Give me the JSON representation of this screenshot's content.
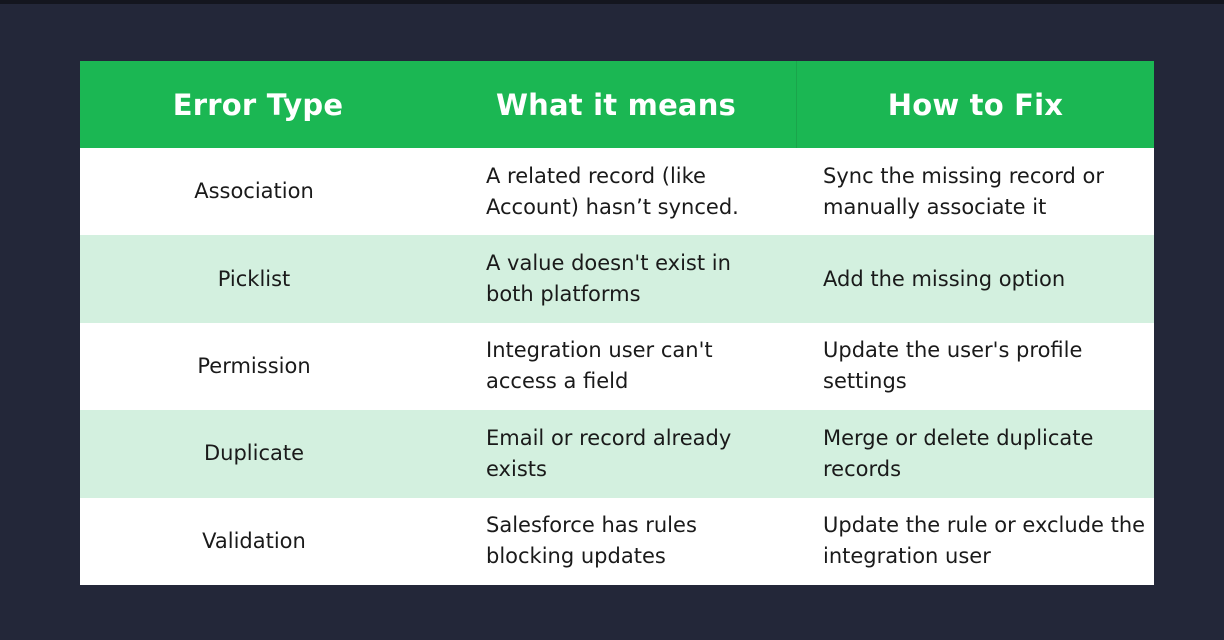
{
  "table": {
    "headers": [
      "Error Type",
      "What it means",
      "How to Fix"
    ],
    "rows": [
      {
        "error_type": "Association",
        "meaning": "A related record (like Account) hasn’t synced.",
        "fix": "Sync the missing record or manually associate it"
      },
      {
        "error_type": "Picklist",
        "meaning": "A value doesn't exist in both platforms",
        "fix": "Add the missing option"
      },
      {
        "error_type": "Permission",
        "meaning": "Integration user can't access a field",
        "fix": "Update the user's profile settings"
      },
      {
        "error_type": "Duplicate",
        "meaning": "Email or record already exists",
        "fix": "Merge or delete duplicate records"
      },
      {
        "error_type": "Validation",
        "meaning": "Salesforce has rules blocking updates",
        "fix": "Update the rule or exclude the integration user"
      }
    ]
  },
  "colors": {
    "background": "#232739",
    "header": "#1bb753",
    "row_alt": "#d3f0df",
    "row": "#ffffff"
  }
}
